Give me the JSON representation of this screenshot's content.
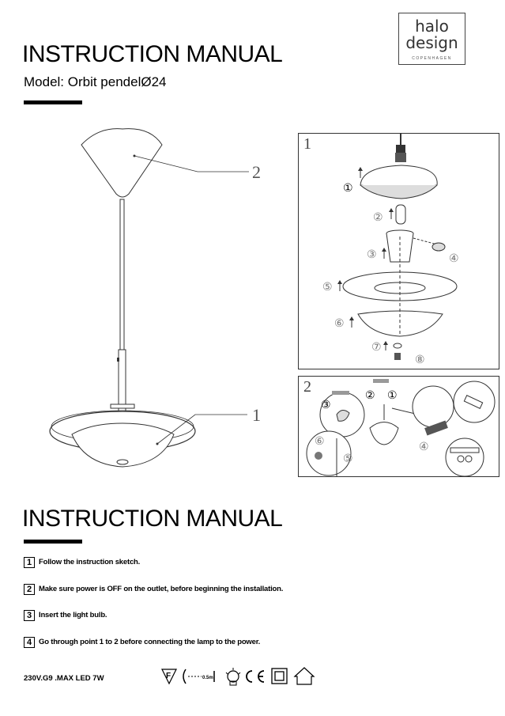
{
  "logo": {
    "line1": "halo",
    "line2": "design",
    "sub": "COPENHAGEN"
  },
  "header": {
    "title": "INSTRUCTION MANUAL",
    "model": "Model:  Orbit pendelØ24"
  },
  "drawing": {
    "callout_1": "1",
    "callout_2": "2"
  },
  "panels": {
    "panel_1": {
      "number": "1",
      "steps": [
        "①",
        "②",
        "③",
        "④",
        "⑤",
        "⑥",
        "⑦",
        "⑧"
      ]
    },
    "panel_2": {
      "number": "2",
      "steps": [
        "③",
        "②",
        "①",
        "④",
        "⑥",
        "⑤"
      ]
    }
  },
  "section2": {
    "title": "INSTRUCTION MANUAL"
  },
  "steps": [
    {
      "number": "1",
      "text": "Follow the instruction sketch."
    },
    {
      "number": "2",
      "text": "Make sure power is OFF on the outlet, before beginning the installation."
    },
    {
      "number": "3",
      "text": "Insert the light bulb."
    },
    {
      "number": "4",
      "text": "Go through point 1 to 2 before connecting the lamp to the power."
    }
  ],
  "footer": {
    "spec": "230V.G9 .MAX LED 7W",
    "distance_label": "0.5m"
  },
  "icons": [
    "f-mark-icon",
    "distance-icon",
    "lamp-icon",
    "ce-mark-icon",
    "class-ii-icon",
    "indoor-house-icon"
  ]
}
